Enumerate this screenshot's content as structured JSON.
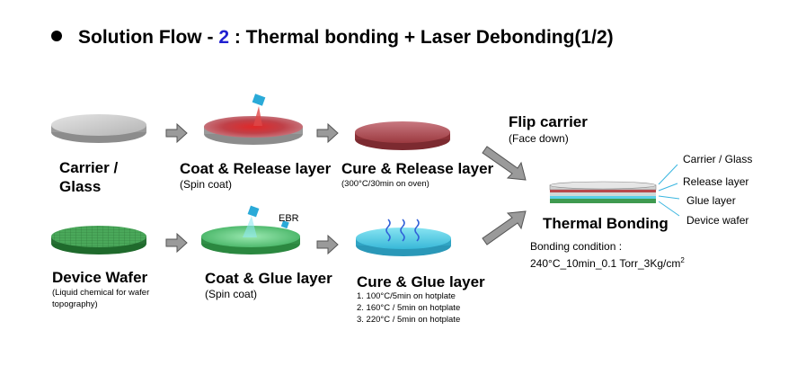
{
  "title": {
    "prefix": "Solution Flow - ",
    "number": "2",
    "suffix": " : Thermal bonding + Laser Debonding(1/2)",
    "number_color": "#1f1fd0"
  },
  "steps": {
    "carrier": {
      "label_line1": "Carrier /",
      "label_line2": "Glass"
    },
    "coat_release": {
      "label": "Coat & Release layer",
      "note": "(Spin coat)"
    },
    "cure_release": {
      "label": "Cure & Release layer",
      "note": "(300°C/30min on oven)"
    },
    "flip": {
      "label": "Flip carrier",
      "note": "(Face down)"
    },
    "device_wafer": {
      "label": "Device Wafer",
      "note_line1": "(Liquid chemical for wafer",
      "note_line2": "topography)"
    },
    "coat_glue": {
      "label": "Coat & Glue layer",
      "note": "(Spin coat)",
      "ebr": "EBR"
    },
    "cure_glue": {
      "label": "Cure & Glue layer",
      "conditions": [
        "1. 100°C/5min on hotplate",
        "2. 160°C / 5min on hotplate",
        "3. 220°C / 5min on hotplate"
      ]
    },
    "thermal_bonding": {
      "label": "Thermal Bonding",
      "condition_label": "Bonding condition :",
      "condition_value": "240°C_10min_0.1 Torr_3Kg/cm",
      "condition_sup": "2",
      "layers": [
        "Carrier / Glass",
        "Release layer",
        "Glue layer",
        "Device wafer"
      ]
    }
  },
  "colors": {
    "glass": "#c8c8c8",
    "release": "#b8484c",
    "glue": "#5fd08a",
    "device": "#3f9a50",
    "cured_glue": "#5ad0e8",
    "arrow": "#9a9a9a"
  }
}
